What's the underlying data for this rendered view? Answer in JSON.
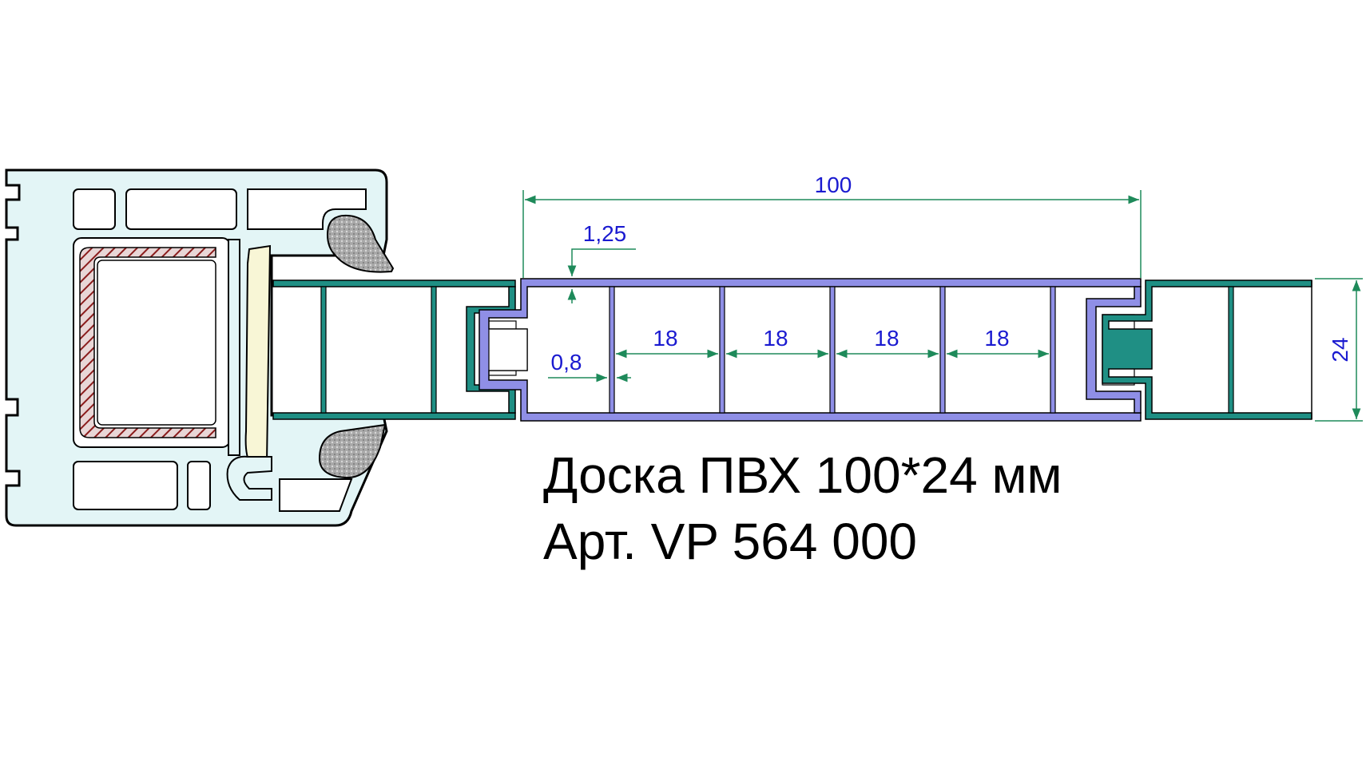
{
  "dimensions": {
    "overall_width": "100",
    "wall_thickness": "1,25",
    "web_thickness": "0,8",
    "chambers": [
      "18",
      "18",
      "18",
      "18"
    ],
    "height": "24"
  },
  "caption": {
    "line1": "Доска ПВХ 100*24 мм",
    "line2": "Арт. VP 564 000"
  },
  "colors": {
    "frame_fill": "#e3f5f6",
    "reinforcement": "#8a1c1c",
    "gasket_fill": "#a8a8a8",
    "glazing_bead": "#f8f6d6",
    "neighbor_board": "#1f8f84",
    "main_board": "#8f8fe6",
    "dimension_lines": "#1e8a5a",
    "dimension_text": "#1a1ad0"
  }
}
